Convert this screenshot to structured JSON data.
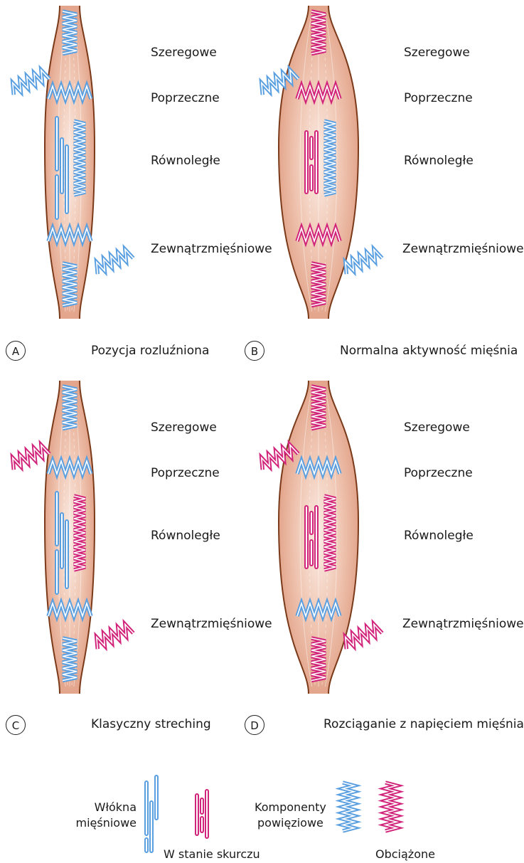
{
  "colors": {
    "relaxed": "#5a9fe0",
    "loaded": "#d1237a",
    "muscle": "#e8b8a4",
    "tendon": "#7a3a1a"
  },
  "component_labels": [
    "Szeregowe",
    "Poprzeczne",
    "Równoległe",
    "Zewnątrzmięśniowe"
  ],
  "panels": [
    {
      "letter": "A",
      "caption": "Pozycja rozluźniona",
      "state": {
        "series": "relaxed",
        "transverse": "relaxed",
        "parallel": "relaxed",
        "fibers": "relaxed",
        "extramuscular": "relaxed"
      }
    },
    {
      "letter": "B",
      "caption": "Normalna aktywność mięśnia",
      "state": {
        "series": "loaded",
        "transverse": "loaded",
        "parallel": "relaxed",
        "fibers": "loaded",
        "extramuscular": "relaxed"
      }
    },
    {
      "letter": "C",
      "caption": "Klasyczny streching",
      "state": {
        "series": "relaxed",
        "transverse": "relaxed",
        "parallel": "loaded",
        "fibers": "relaxed",
        "extramuscular": "loaded"
      }
    },
    {
      "letter": "D",
      "caption": "Rozciąganie z napięciem mięśnia",
      "state": {
        "series": "loaded",
        "transverse": "relaxed",
        "parallel": "loaded",
        "fibers": "loaded",
        "extramuscular": "loaded"
      }
    }
  ],
  "legend": {
    "fibers_label_line1": "Włókna",
    "fibers_label_line2": "mięśniowe",
    "contracted_label": "W stanie skurczu",
    "fascia_label_line1": "Komponenty",
    "fascia_label_line2": "powięziowe",
    "loaded_label": "Obciążone"
  }
}
